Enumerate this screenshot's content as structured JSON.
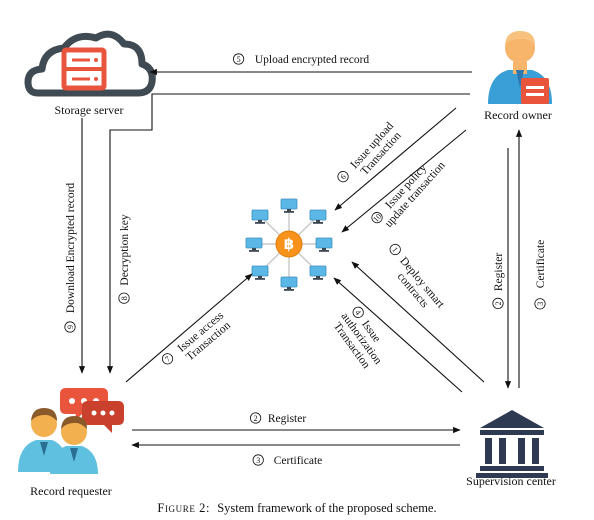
{
  "nodes": {
    "storage_server": "Storage server",
    "record_owner": "Record owner",
    "record_requester": "Record requester",
    "supervision_center": "Supervision center"
  },
  "steps": [
    {
      "num": "1",
      "lines": [
        "Deploy smart",
        "contracts"
      ]
    },
    {
      "num": "2",
      "lines": [
        "Register"
      ]
    },
    {
      "num": "2",
      "lines": [
        "Register"
      ]
    },
    {
      "num": "3",
      "lines": [
        "Certificate"
      ]
    },
    {
      "num": "3",
      "lines": [
        "Certificate"
      ]
    },
    {
      "num": "4",
      "lines": [
        "Issue",
        "authorization",
        "Transaction"
      ]
    },
    {
      "num": "5",
      "lines": [
        "Upload encrypted record"
      ]
    },
    {
      "num": "6",
      "lines": [
        "Issue upload",
        "Transaction"
      ]
    },
    {
      "num": "7",
      "lines": [
        "Issue access",
        "Transaction"
      ]
    },
    {
      "num": "8",
      "lines": [
        "Decryption key"
      ]
    },
    {
      "num": "9",
      "lines": [
        "Download Encrypted record"
      ]
    },
    {
      "num": "10",
      "lines": [
        "Issue policy",
        "update transaction"
      ]
    }
  ],
  "caption": {
    "prefix": "Figure 2:",
    "text": "System framework of the proposed scheme."
  },
  "colors": {
    "storage_red": "#e8553c",
    "owner_skin": "#f6b56b",
    "owner_shirt": "#3a9fd6",
    "requester_skin": "#f2b04f",
    "requester_shirt": "#5fc0df",
    "bubble_red": "#e8553c",
    "bank_navy": "#2e3a52",
    "bitcoin_orange": "#f7931a",
    "node_blue": "#5bb8e6",
    "cloud_gray": "#3f4a52"
  },
  "icons": [
    "cloud-server-icon",
    "person-document-icon",
    "group-chat-icon",
    "bank-building-icon",
    "blockchain-network-icon"
  ]
}
